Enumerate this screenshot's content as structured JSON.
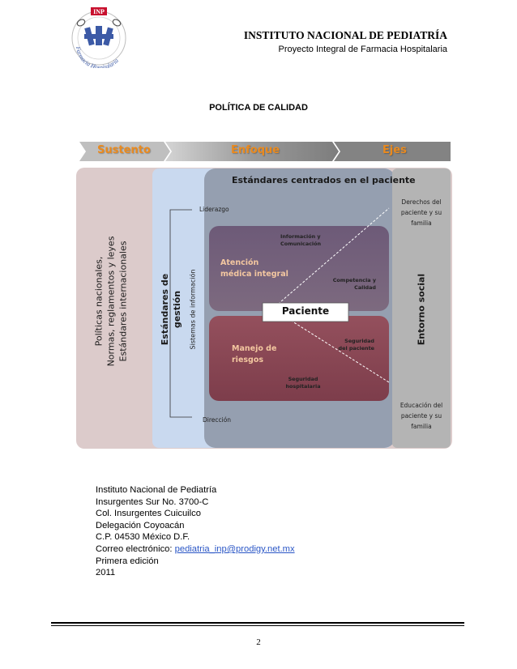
{
  "header": {
    "logo": {
      "icon": "inp-pharmacy-logo-icon",
      "badge_text": "INP",
      "ring_text": "Farmacia Hospitalaria"
    },
    "institution": "INSTITUTO NACIONAL DE PEDIATRÍA",
    "project": "Proyecto Integral de Farmacia Hospitalaria"
  },
  "section_title": "POLÍTICA DE CALIDAD",
  "diagram": {
    "banner": {
      "left": "Sustento",
      "center": "Enfoque",
      "right": "Ejes"
    },
    "sustento_column": {
      "line1": "Políticas nacionales,",
      "line2": "Normas, reglamentos y leyes",
      "line3": "Estándares internacionales"
    },
    "gestion_column": {
      "line1": "Estándares de",
      "line2": "gestión",
      "systems": "Sistemas de información"
    },
    "central_title": "Estándares centrados en el paciente",
    "liderazgo": "Liderazgo",
    "direccion": "Dirección",
    "informacion": {
      "line1": "Información y",
      "line2": "Comunicación"
    },
    "atencion": {
      "line1": "Atención",
      "line2": "médica integral"
    },
    "manejo": {
      "line1": "Manejo de",
      "line2": "riesgos"
    },
    "competencia": {
      "line1": "Competencia y",
      "line2": "Calidad"
    },
    "seguridad_paciente": {
      "line1": "Seguridad",
      "line2": "del paciente"
    },
    "seguridad_hospitalaria": {
      "line1": "Seguridad",
      "line2": "hospitalaria"
    },
    "paciente": "Paciente",
    "entorno": "Entorno social",
    "derechos": {
      "line1": "Derechos del",
      "line2": "paciente y su",
      "line3": "familia"
    },
    "educacion": {
      "line1": "Educación del",
      "line2": "paciente y su",
      "line3": "familia"
    },
    "colors": {
      "banner_gray": "#8c8c8c",
      "outer_pink": "#dccbcb",
      "gestion_blue": "#c9d9ef",
      "central_slate": "#939cad",
      "atencion_purple": "#725d78",
      "manejo_red": "#8b4a58",
      "entorno_gray": "#b3b3b3",
      "orange": "#ea8a1e"
    }
  },
  "info": {
    "line1": "Instituto Nacional de Pediatría",
    "line2": "Insurgentes Sur No. 3700-C",
    "line3": "Col. Insurgentes Cuicuilco",
    "line4": "Delegación Coyoacán",
    "line5": "C.P. 04530 México D.F.",
    "email_label": "Correo electrónico: ",
    "email": "pediatria_inp@prodigy.net.mx",
    "edition": "Primera edición",
    "year": "2011"
  },
  "page_number": "2"
}
